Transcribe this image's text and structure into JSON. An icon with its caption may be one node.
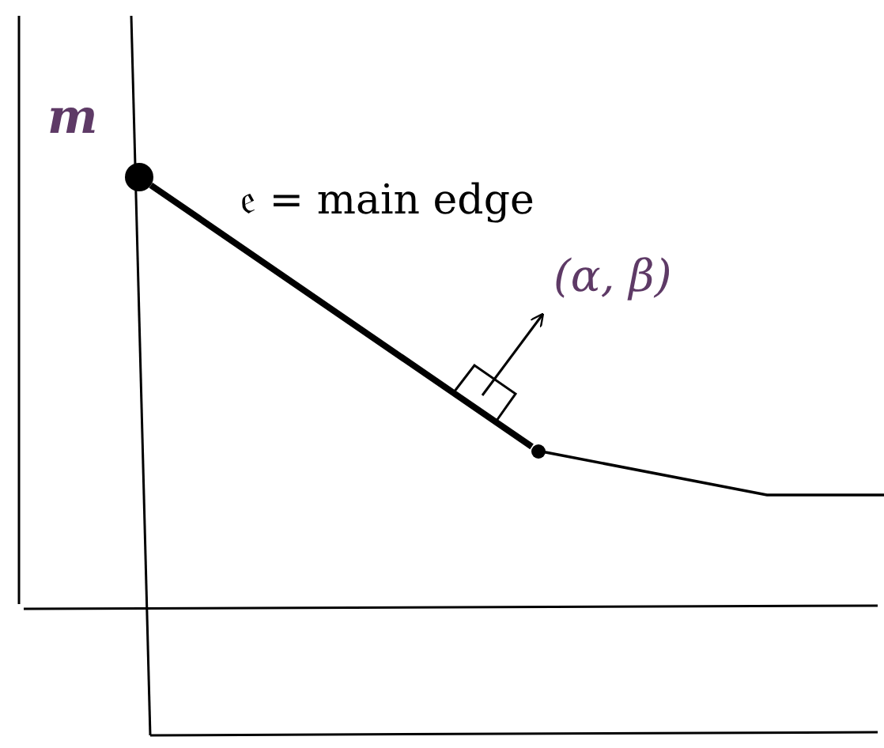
{
  "diagram": {
    "nodes": [
      {
        "text": [],
        "shape": "circle",
        "beside": [
          "m"
        ]
      },
      {
        "text": [],
        "shape": "circle"
      }
    ],
    "edges": [
      {
        "from": 0,
        "to": 1,
        "arrow": "none",
        "style": "thick",
        "label": "𝔢 = main edge"
      },
      {
        "from": 1,
        "to": null,
        "arrow": "none"
      }
    ],
    "labels": [
      "(α, β)"
    ]
  }
}
